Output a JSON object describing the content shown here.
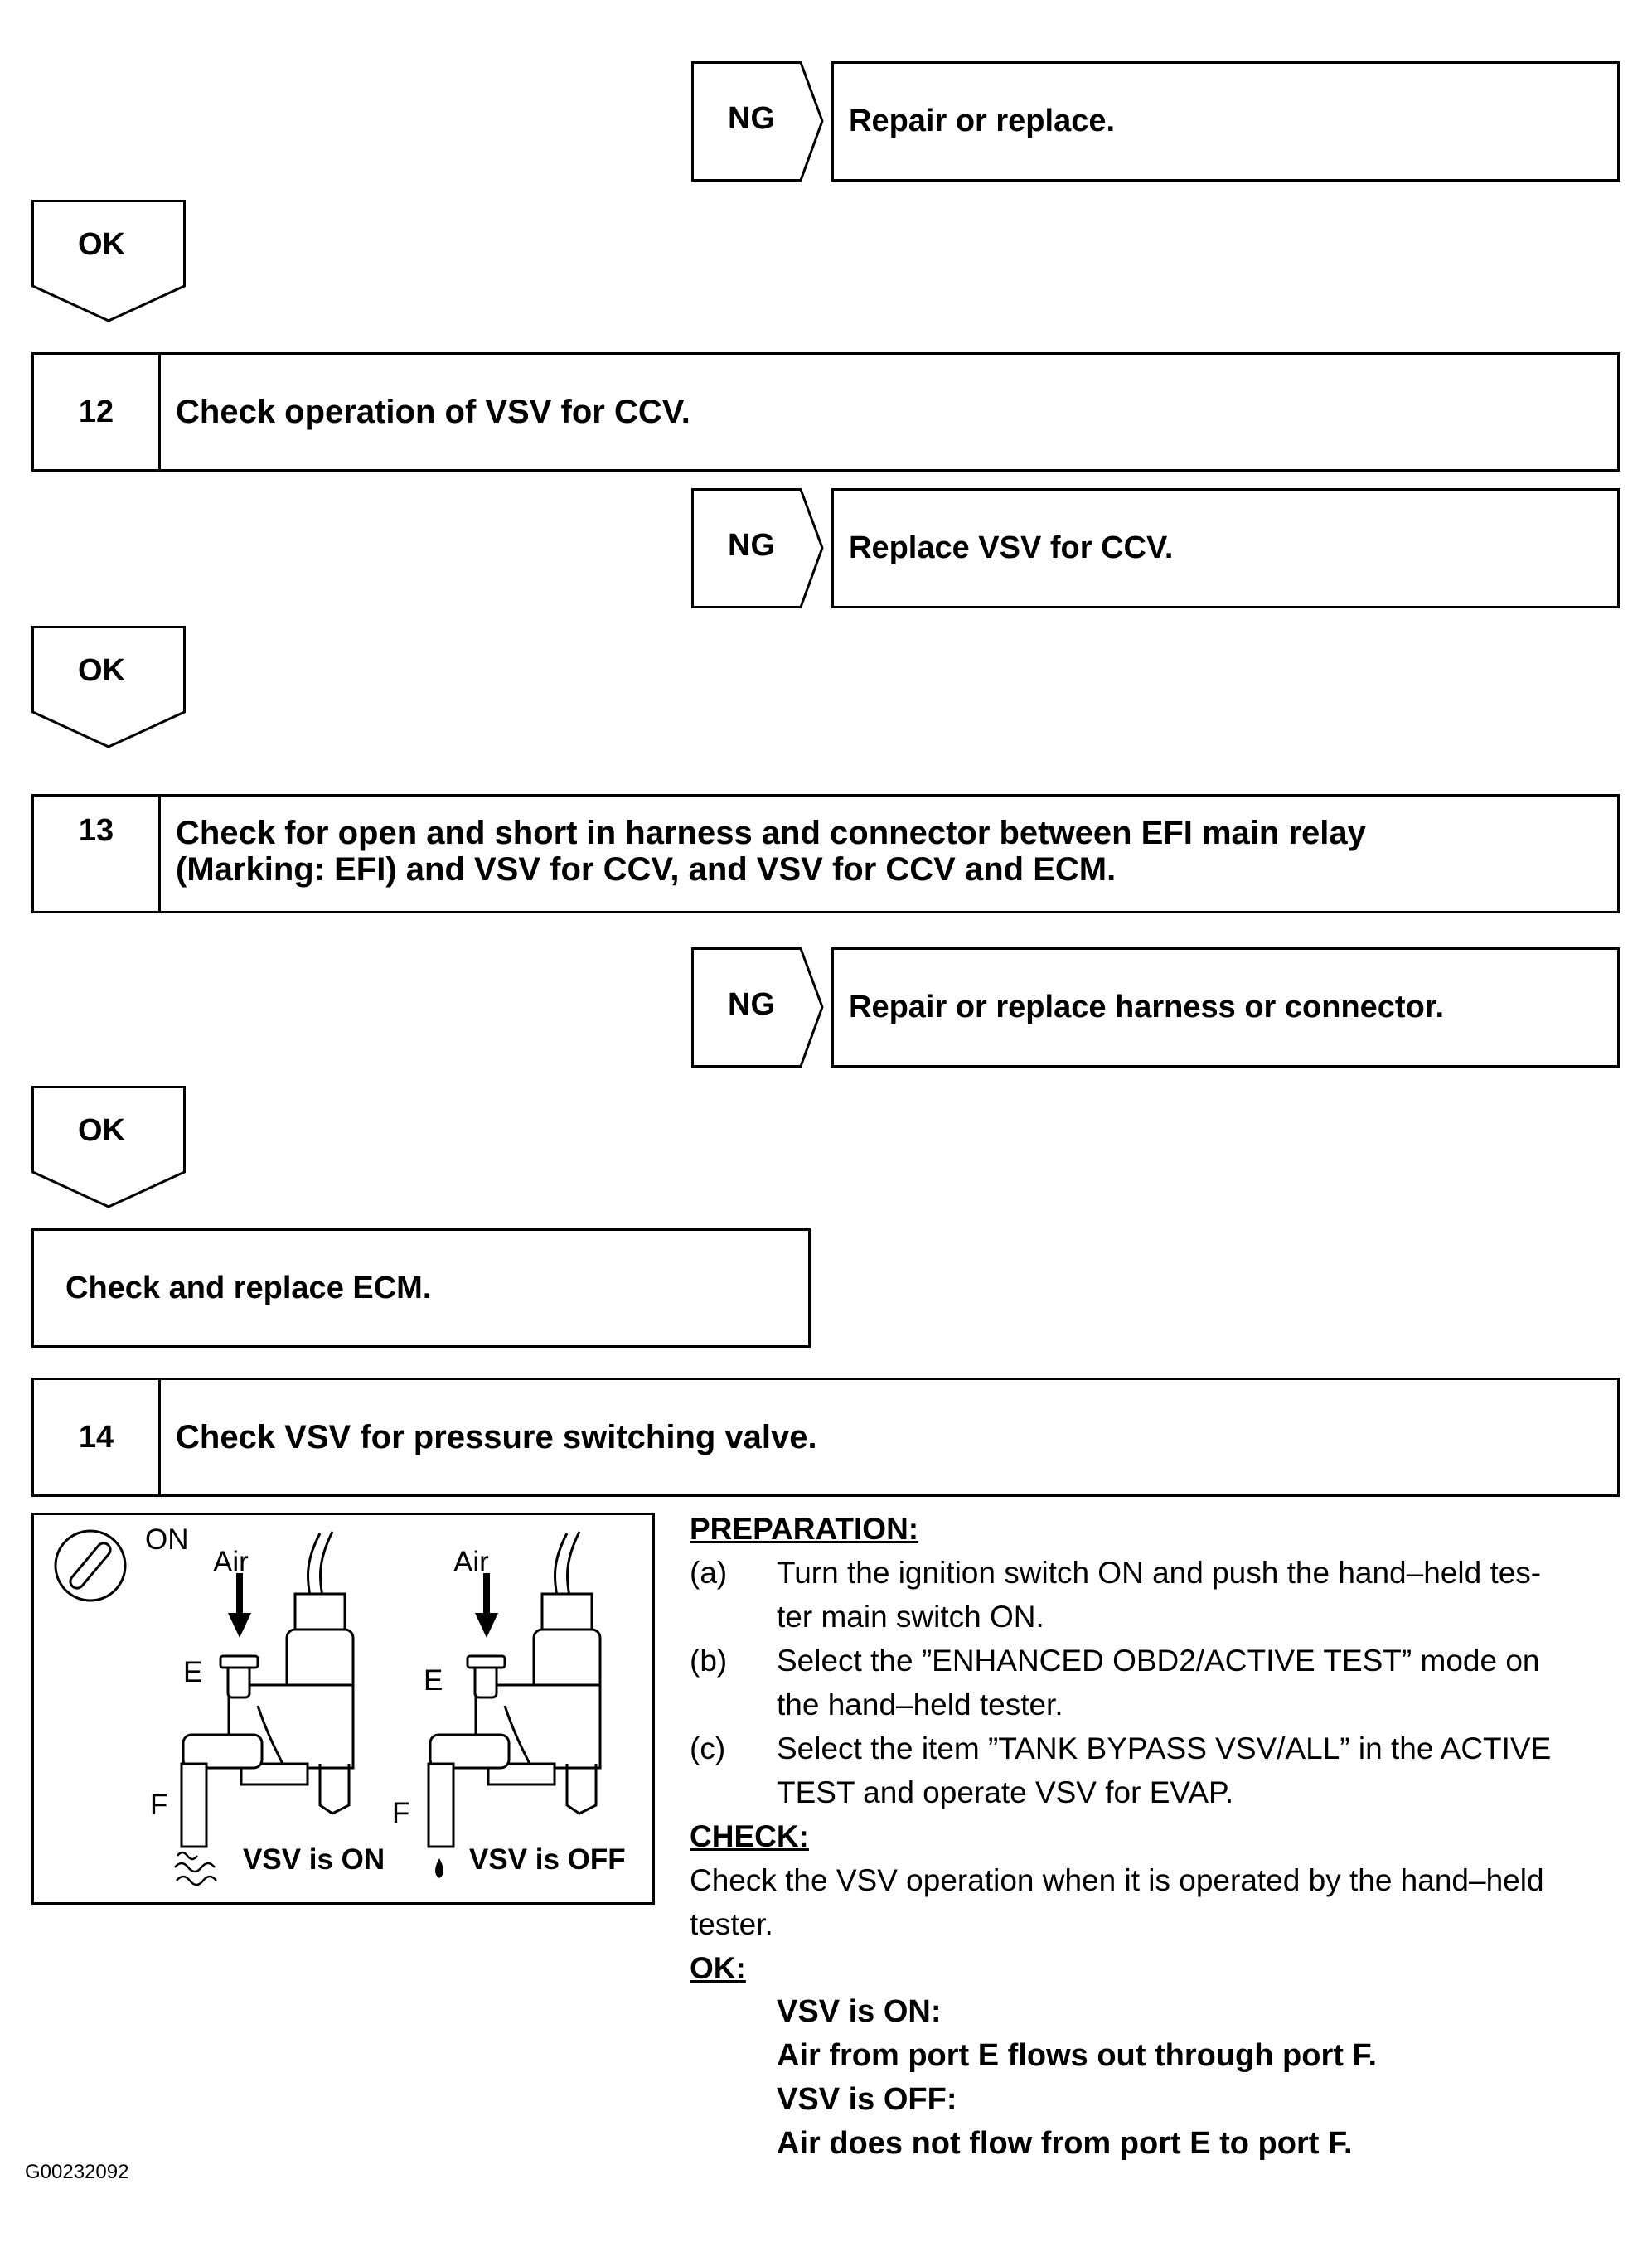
{
  "flow": [
    {
      "type": "ng",
      "label": "NG",
      "action": "Repair or replace."
    },
    {
      "type": "ok",
      "label": "OK"
    },
    {
      "type": "step",
      "number": "12",
      "title": "Check operation of VSV for CCV."
    },
    {
      "type": "ng",
      "label": "NG",
      "action": "Replace VSV for CCV."
    },
    {
      "type": "ok",
      "label": "OK"
    },
    {
      "type": "step",
      "number": "13",
      "title_line1": "Check for open and short in harness and connector between EFI main relay",
      "title_line2": "(Marking: EFI) and VSV for CCV, and VSV for CCV and ECM."
    },
    {
      "type": "ng",
      "label": "NG",
      "action": "Repair or replace harness or connector."
    },
    {
      "type": "ok",
      "label": "OK"
    },
    {
      "type": "result",
      "text": "Check and replace ECM."
    },
    {
      "type": "step",
      "number": "14",
      "title": "Check VSV for pressure switching valve."
    }
  ],
  "illustration": {
    "on_label": "ON",
    "air_label": "Air",
    "port_e": "E",
    "port_f": "F",
    "vsv_on": "VSV is ON",
    "vsv_off": "VSV is OFF"
  },
  "procedure": {
    "preparation_header": "PREPARATION:",
    "items": [
      {
        "letter": "(a)",
        "line1": "Turn the ignition switch ON and push the hand–held tes-",
        "line2": "ter main switch ON."
      },
      {
        "letter": "(b)",
        "line1": "Select the ”ENHANCED OBD2/ACTIVE TEST” mode on",
        "line2": "the hand–held tester."
      },
      {
        "letter": "(c)",
        "line1": "Select the item ”TANK BYPASS VSV/ALL” in the ACTIVE",
        "line2": "TEST and operate VSV for EVAP."
      }
    ],
    "check_header": "CHECK:",
    "check_line1": "Check the VSV operation when it is operated by the hand–held",
    "check_line2": "tester.",
    "ok_header": "OK:",
    "ok_lines": [
      "VSV is ON:",
      "Air from port E flows out through port F.",
      "VSV is OFF:",
      "Air does not flow from port E to port F."
    ]
  },
  "figure_code": "G00232092"
}
